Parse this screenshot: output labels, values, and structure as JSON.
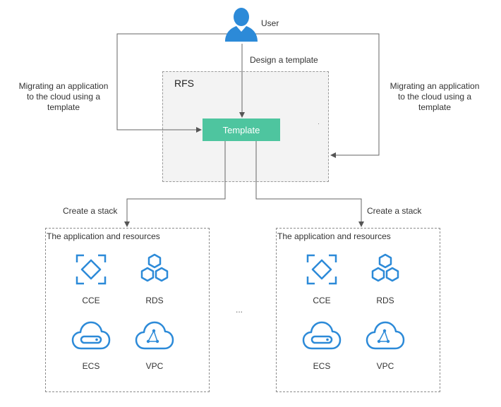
{
  "user": {
    "label": "User",
    "icon": "user-icon"
  },
  "edges": {
    "design": "Design a template",
    "migrate_left": "Migrating an application to the cloud using a template",
    "migrate_right": "Migrating an application to the cloud using a template",
    "stack_left": "Create a stack",
    "stack_right": "Create a stack"
  },
  "rfs": {
    "title": "RFS"
  },
  "template": {
    "label": "Template"
  },
  "ellipsis": "...",
  "groups": [
    {
      "title": "The application and resources",
      "resources": [
        {
          "label": "CCE",
          "icon": "cce-icon"
        },
        {
          "label": "RDS",
          "icon": "rds-icon"
        },
        {
          "label": "ECS",
          "icon": "ecs-icon"
        },
        {
          "label": "VPC",
          "icon": "vpc-icon"
        }
      ]
    },
    {
      "title": "The application and resources",
      "resources": [
        {
          "label": "CCE",
          "icon": "cce-icon"
        },
        {
          "label": "RDS",
          "icon": "rds-icon"
        },
        {
          "label": "ECS",
          "icon": "ecs-icon"
        },
        {
          "label": "VPC",
          "icon": "vpc-icon"
        }
      ]
    }
  ],
  "colors": {
    "icon_blue": "#2c8ad8",
    "template_green": "#4ec59f",
    "line": "#555555"
  }
}
